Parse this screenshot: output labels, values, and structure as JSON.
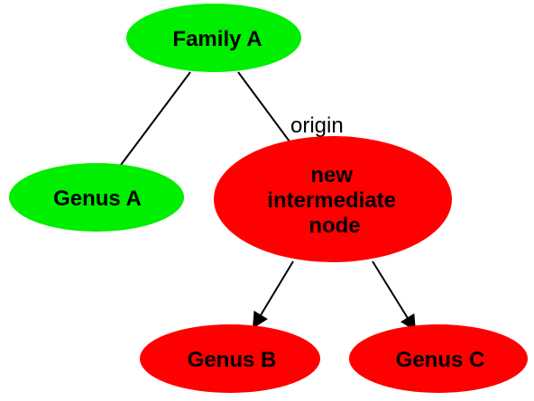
{
  "colors": {
    "family_fill": "#00ee00",
    "genus_a_fill": "#00ee00",
    "intermediate_fill": "#ff0000",
    "genus_b_fill": "#ff0000",
    "genus_c_fill": "#ff0000",
    "edge_stroke": "#000000"
  },
  "nodes": {
    "family_a": {
      "label": "Family A"
    },
    "genus_a": {
      "label": "Genus A"
    },
    "intermediate": {
      "label_lines": [
        "new",
        "intermediate",
        "node"
      ]
    },
    "genus_b": {
      "label": "Genus B"
    },
    "genus_c": {
      "label": "Genus C"
    }
  },
  "edges": {
    "origin_label": "origin"
  }
}
